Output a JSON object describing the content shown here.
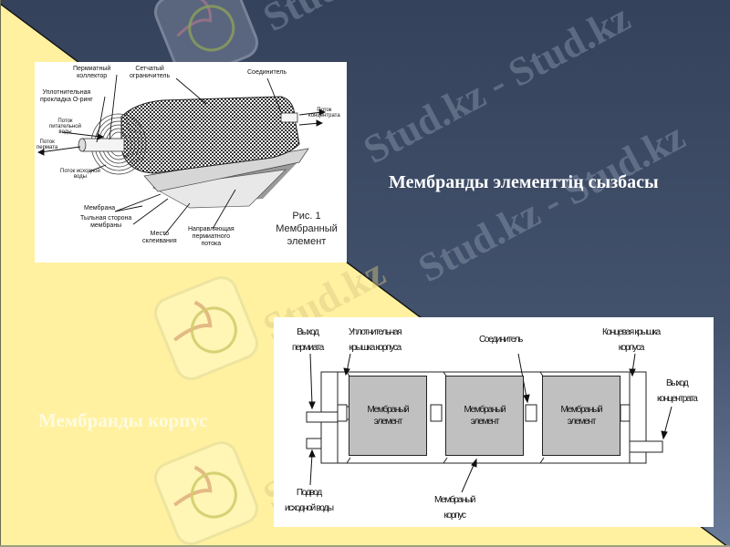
{
  "slide": {
    "colors": {
      "navy": "#37455f",
      "navy_light": "#45546f",
      "yellow": "#fff1a0",
      "white": "#ffffff"
    },
    "watermark": "Stud.kz",
    "watermark_line": "Stud.kz - Stud.kz",
    "title_top": "Мембранды элементтің сызбасы",
    "title_bottom": "Мембранды корпус"
  },
  "figure1": {
    "labels": {
      "permeate_collector": [
        "Пермиатный",
        "коллектор"
      ],
      "mesh_limiter": [
        "Сетчатый",
        "ограничитель"
      ],
      "connector": "Соединитель",
      "o_ring": [
        "Уплотнительная",
        "прокладка О-ринг"
      ],
      "feed_flow": [
        "Поток",
        "питательной",
        "воды"
      ],
      "permeate_flow": [
        "Поток",
        "пермата"
      ],
      "source_water_flow": [
        "Поток исходной",
        "воды"
      ],
      "concentrate_flow": [
        "Поток",
        "концентрата"
      ],
      "membrane": "Мембрана",
      "membrane_back": [
        "Тыльная сторона",
        "мембраны"
      ],
      "glue_place": [
        "Место",
        "склеивания"
      ],
      "permeate_guide": [
        "Направляющая",
        "пермиатного",
        "потока"
      ]
    },
    "caption": [
      "Рис. 1",
      "Мембранный",
      "элемент"
    ]
  },
  "figure2": {
    "labels": {
      "permeate_outlet": [
        "Выход",
        "пермиата"
      ],
      "sealing_cover": [
        "Уплотнительная",
        "крышка корпуса"
      ],
      "connector": "Соединитель",
      "end_cover": [
        "Концевая крышка",
        "корпуса"
      ],
      "concentrate_outlet": [
        "Выход",
        "концентрата"
      ],
      "source_water_inlet": [
        "Подвод",
        "исходной воды"
      ],
      "membrane_housing": [
        "Мембраный",
        "корпус"
      ]
    },
    "elements": [
      {
        "line1": "Мембраный",
        "line2": "элемент"
      },
      {
        "line1": "Мембраный",
        "line2": "элемент"
      },
      {
        "line1": "Мембраный",
        "line2": "элемент"
      }
    ]
  }
}
